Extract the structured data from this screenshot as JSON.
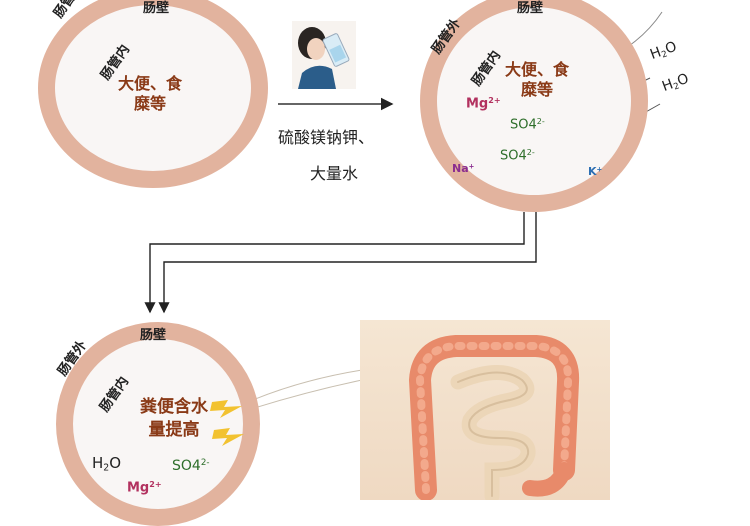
{
  "panel_top_left": {
    "outside_label": "肠管外",
    "wall_label": "肠壁",
    "inside_label": "肠管内",
    "contents": [
      "大便、食",
      "糜等"
    ]
  },
  "transition": {
    "drug_line1": "硫酸镁钠钾、",
    "drug_line2": "大量水"
  },
  "panel_top_right": {
    "outside_label": "肠管外",
    "wall_label": "肠壁",
    "inside_label": "肠管内",
    "contents": [
      "大便、食",
      "糜等"
    ],
    "mg": {
      "base": "Mg",
      "sup": "2+",
      "color": "#b2315f"
    },
    "so4_a": {
      "text": "SO4",
      "sup": "2-",
      "color": "#2e6e2a"
    },
    "so4_b": {
      "text": "SO4",
      "sup": "2-",
      "color": "#2e6e2a"
    },
    "na": {
      "base": "Na",
      "sup": "+",
      "color": "#8b2d8f"
    },
    "k": {
      "base": "K",
      "sup": "+",
      "color": "#2d6fb3"
    },
    "water_1": {
      "pre": "H",
      "sub": "2",
      "post": "O"
    },
    "water_2": {
      "pre": "H",
      "sub": "2",
      "post": "O"
    }
  },
  "panel_bottom": {
    "outside_label": "肠管外",
    "wall_label": "肠壁",
    "inside_label": "肠管内",
    "result": [
      "粪便含水",
      "量提高"
    ],
    "water": {
      "pre": "H",
      "sub": "2",
      "post": "O"
    },
    "mg": {
      "base": "Mg",
      "sup": "2+",
      "color": "#b2315f"
    },
    "so4": {
      "text": "SO4",
      "sup": "2-",
      "color": "#2e6e2a"
    }
  },
  "colors": {
    "wall": "#e2b39e",
    "lumen": "#f9f6f5",
    "food_text": "#8a3a17",
    "lightning": "#f2c230",
    "intestine_panel": "#f6e7d4",
    "intestine": "#e88a6a",
    "small_intestine": "#efdcc0"
  },
  "icons": {
    "drinking_person": "person-drinking-icon",
    "lightning": "lightning-bolt-icon",
    "intestine": "large-intestine-illustration"
  }
}
